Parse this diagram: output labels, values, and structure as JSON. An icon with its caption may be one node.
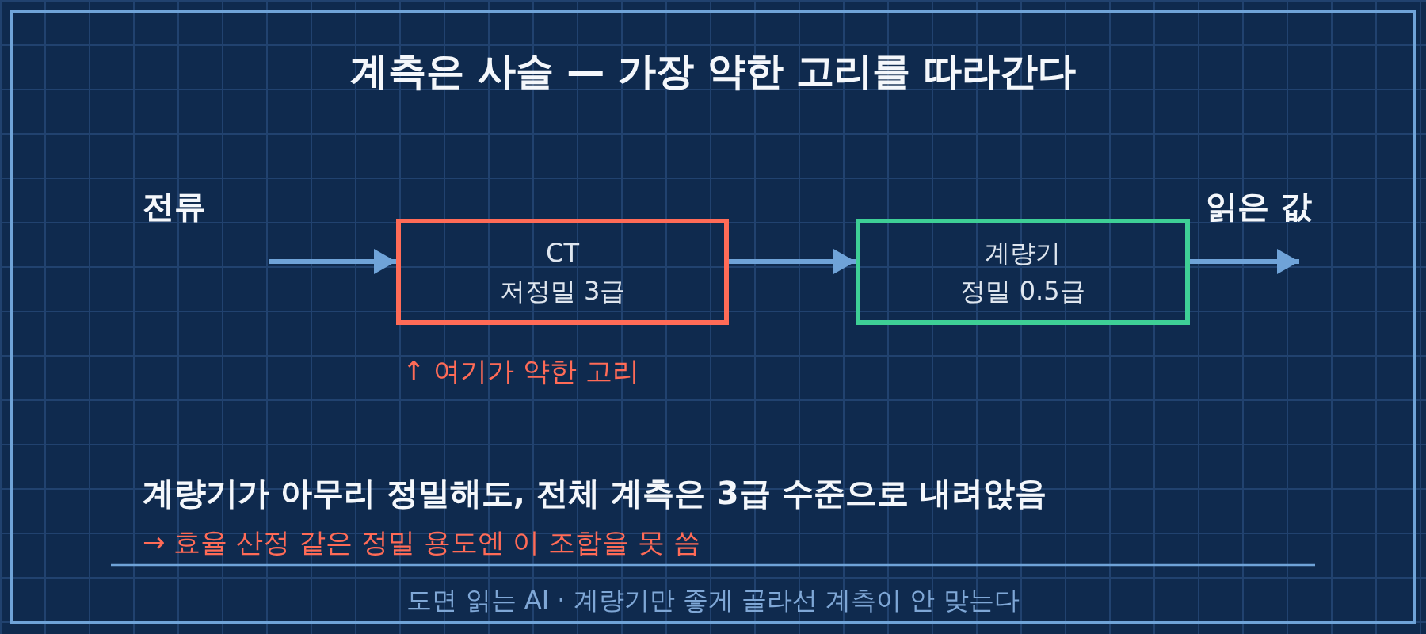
{
  "diagram": {
    "title": "계측은 사슬 — 가장 약한 고리를 따라간다",
    "caption": "도면 읽는 AI · 계량기만 좋게 골라선 계측이 안 맞는다",
    "nodes": [
      {
        "text": [
          "CT",
          "저정밀 3급"
        ],
        "beside": [
          "↑ 여기가 약한 고리"
        ]
      },
      {
        "text": [
          "계량기",
          "정밀 0.5급"
        ]
      }
    ],
    "edges": [
      {
        "from": null,
        "to": 0,
        "arrow": "to"
      },
      {
        "from": 0,
        "to": 1,
        "arrow": "to"
      },
      {
        "from": 1,
        "to": null,
        "arrow": "to"
      }
    ],
    "labels": [
      "전류",
      "읽은 값",
      "계량기가 아무리 정밀해도, 전체 계측은 3급 수준으로 내려앉음",
      "→ 효율 산정 같은 정밀 용도엔 이 조합을 못 씀"
    ]
  }
}
